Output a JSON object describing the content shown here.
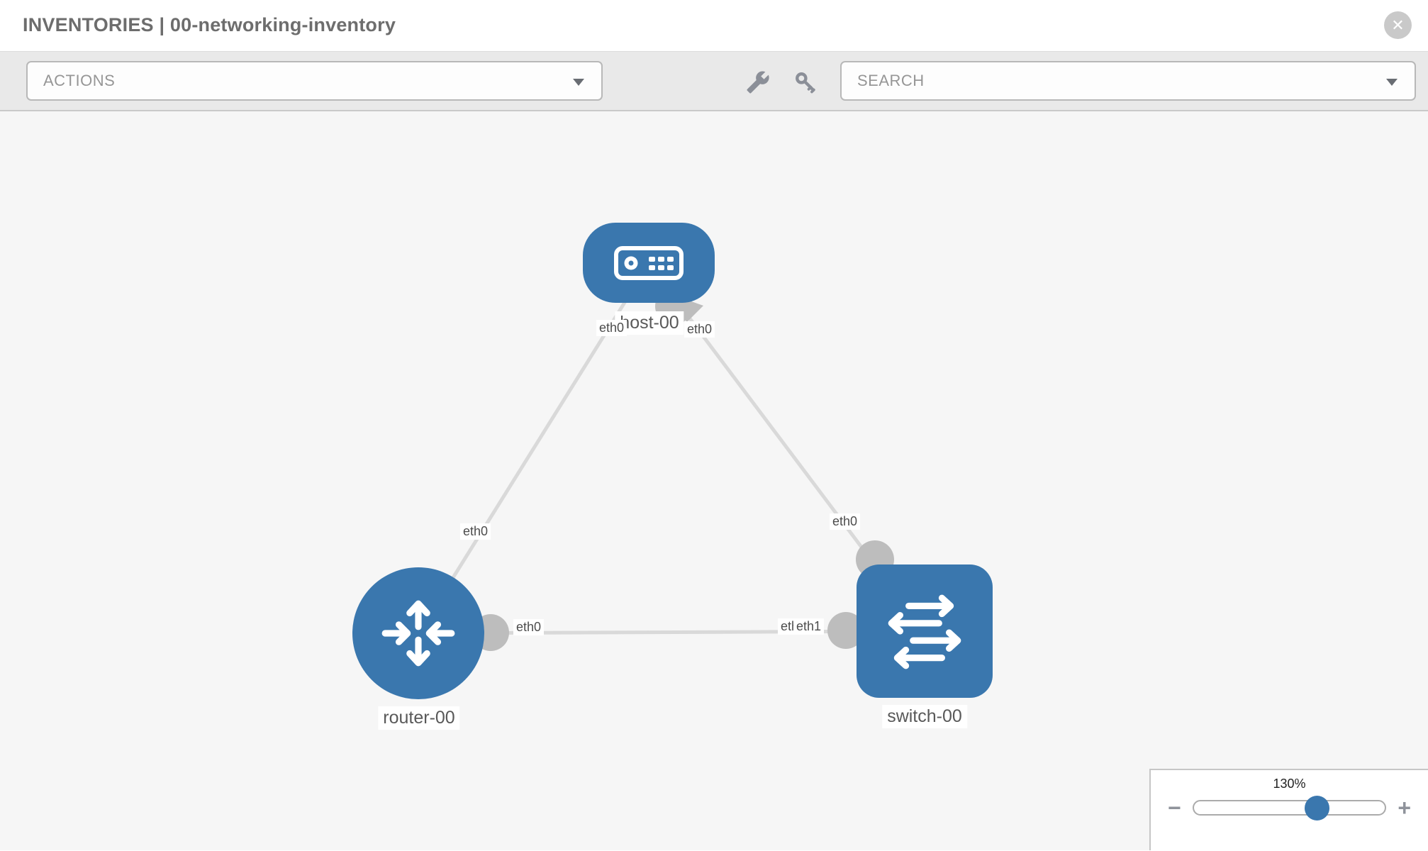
{
  "header": {
    "title": "INVENTORIES | 00-networking-inventory",
    "close_glyph": "✕"
  },
  "toolbar": {
    "actions_label": "ACTIONS",
    "search_label": "SEARCH"
  },
  "diagram": {
    "nodes": [
      {
        "id": "host-00",
        "type": "host",
        "label": "host-00"
      },
      {
        "id": "router-00",
        "type": "router",
        "label": "router-00"
      },
      {
        "id": "switch-00",
        "type": "switch",
        "label": "switch-00"
      }
    ],
    "links": [
      {
        "from": "host-00",
        "to": "router-00"
      },
      {
        "from": "host-00",
        "to": "switch-00"
      },
      {
        "from": "router-00",
        "to": "switch-00"
      }
    ],
    "interface_labels": {
      "host_left": "eth0",
      "host_right": "eth0",
      "link_host_router_mid": "eth0",
      "link_host_switch_mid": "eth0",
      "router_right": "eth0",
      "bottom_link_under": "eth0",
      "bottom_link_top": "eth1"
    }
  },
  "zoom_control": {
    "level": "130%",
    "minus_glyph": "−",
    "plus_glyph": "+"
  },
  "colors": {
    "node_blue": "#3a77ae",
    "link_gray": "#d9d9d9",
    "connector_gray": "#bdbdbd",
    "canvas_bg": "#f6f6f6",
    "toolbar_bg": "#e9e9e9"
  }
}
